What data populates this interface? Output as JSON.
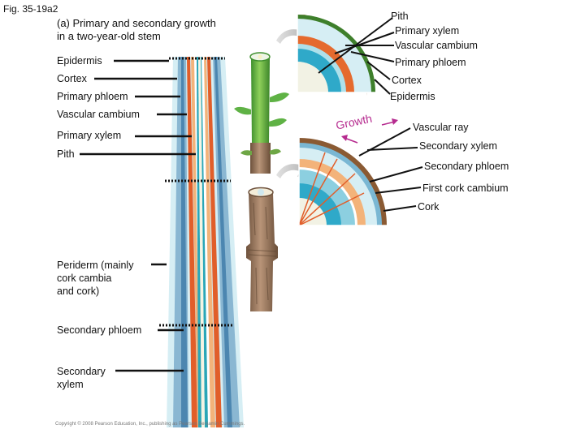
{
  "figure_id": "Fig. 35-19a2",
  "title": "(a) Primary and secondary growth\n     in a two-year-old stem",
  "left_labels": {
    "epidermis": "Epidermis",
    "cortex": "Cortex",
    "primary_phloem": "Primary phloem",
    "vascular_cambium": "Vascular cambium",
    "primary_xylem": "Primary xylem",
    "pith": "Pith",
    "periderm": "Periderm (mainly\ncork cambia\nand cork)",
    "secondary_phloem": "Secondary phloem",
    "secondary_xylem": "Secondary\nxylem"
  },
  "top_section_labels": {
    "pith": "Pith",
    "primary_xylem": "Primary xylem",
    "vascular_cambium": "Vascular cambium",
    "primary_phloem": "Primary phloem",
    "cortex": "Cortex",
    "epidermis": "Epidermis"
  },
  "growth_label": "Growth",
  "bottom_section_labels": {
    "vascular_ray": "Vascular ray",
    "secondary_xylem": "Secondary xylem",
    "secondary_phloem": "Secondary phloem",
    "first_cork_cambium": "First cork cambium",
    "cork": "Cork"
  },
  "copyright": "Copyright © 2008 Pearson Education, Inc., publishing as Pearson Benjamin Cummings.",
  "colors": {
    "pith": "#f2f2e4",
    "primary_xylem": "#2fa9c9",
    "vascular_cambium": "#aee0ea",
    "primary_phloem": "#e56a2e",
    "cortex": "#d8eef4",
    "epidermis": "#5aa63c",
    "bark": "#a37f63",
    "arrow_gray": "#bdbdbd"
  }
}
